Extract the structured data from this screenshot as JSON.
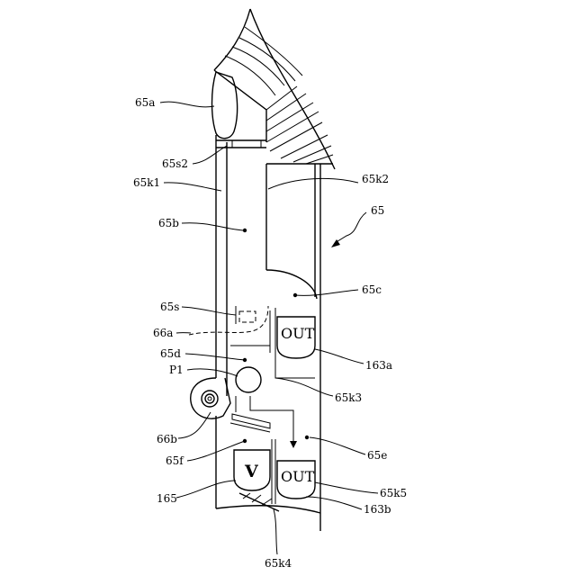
{
  "labels": {
    "l65a": "65a",
    "l65s2": "65s2",
    "l65k1": "65k1",
    "l65k2": "65k2",
    "l65": "65",
    "l65b": "65b",
    "l65c": "65c",
    "l65s": "65s",
    "l66a": "66a",
    "l65d": "65d",
    "lP1": "P1",
    "l163a": "163a",
    "l65k3": "65k3",
    "l66b": "66b",
    "l65e": "65e",
    "l65f": "65f",
    "l165": "165",
    "l65k5": "65k5",
    "l163b": "163b",
    "l65k4": "65k4"
  },
  "markers": {
    "out_upper": "OUT",
    "out_lower": "OUT",
    "valve": "V"
  }
}
